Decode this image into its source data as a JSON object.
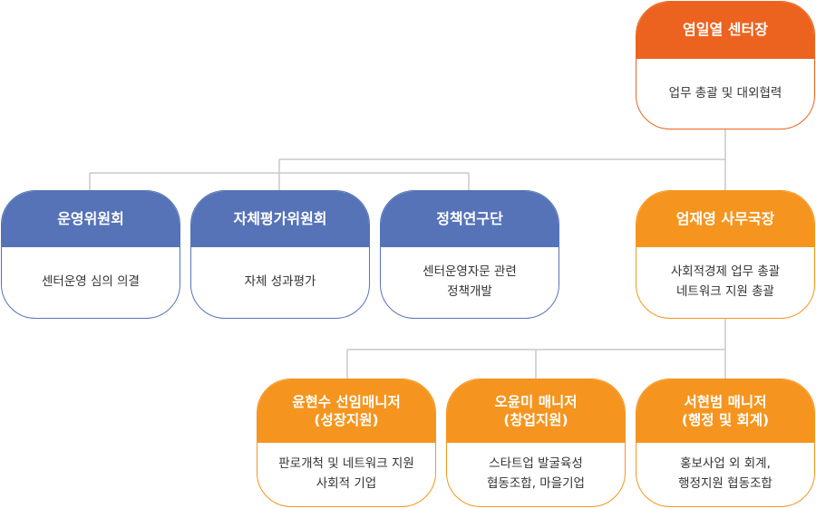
{
  "director": {
    "name": "염일열 센터장",
    "role": "업무 총괄 및 대외협력"
  },
  "committees": [
    {
      "name": "운영위원회",
      "role": "센터운영 심의 의결"
    },
    {
      "name": "자체평가위원회",
      "role": "자체 성과평가"
    },
    {
      "name": "정책연구단",
      "role": "센터운영자문 관련\n정책개발"
    }
  ],
  "secretary": {
    "name": "엄재영 사무국장",
    "role": "사회적경제 업무 총괄\n네트워크 지원 총괄"
  },
  "managers": [
    {
      "name": "윤현수 선임매니저\n(성장지원)",
      "role": "판로개척 및 네트워크 지원\n사회적 기업"
    },
    {
      "name": "오윤미 매니저\n(창업지원)",
      "role": "스타트업 발굴육성\n협동조합, 마을기업"
    },
    {
      "name": "서현범 매니저\n(행정 및 회계)",
      "role": "홍보사업 외 회계,\n행정지원 협동조합"
    }
  ],
  "colors": {
    "director": "#ec6320",
    "committee": "#5673b8",
    "staff": "#f5951f",
    "connector": "#c8c8c8"
  }
}
